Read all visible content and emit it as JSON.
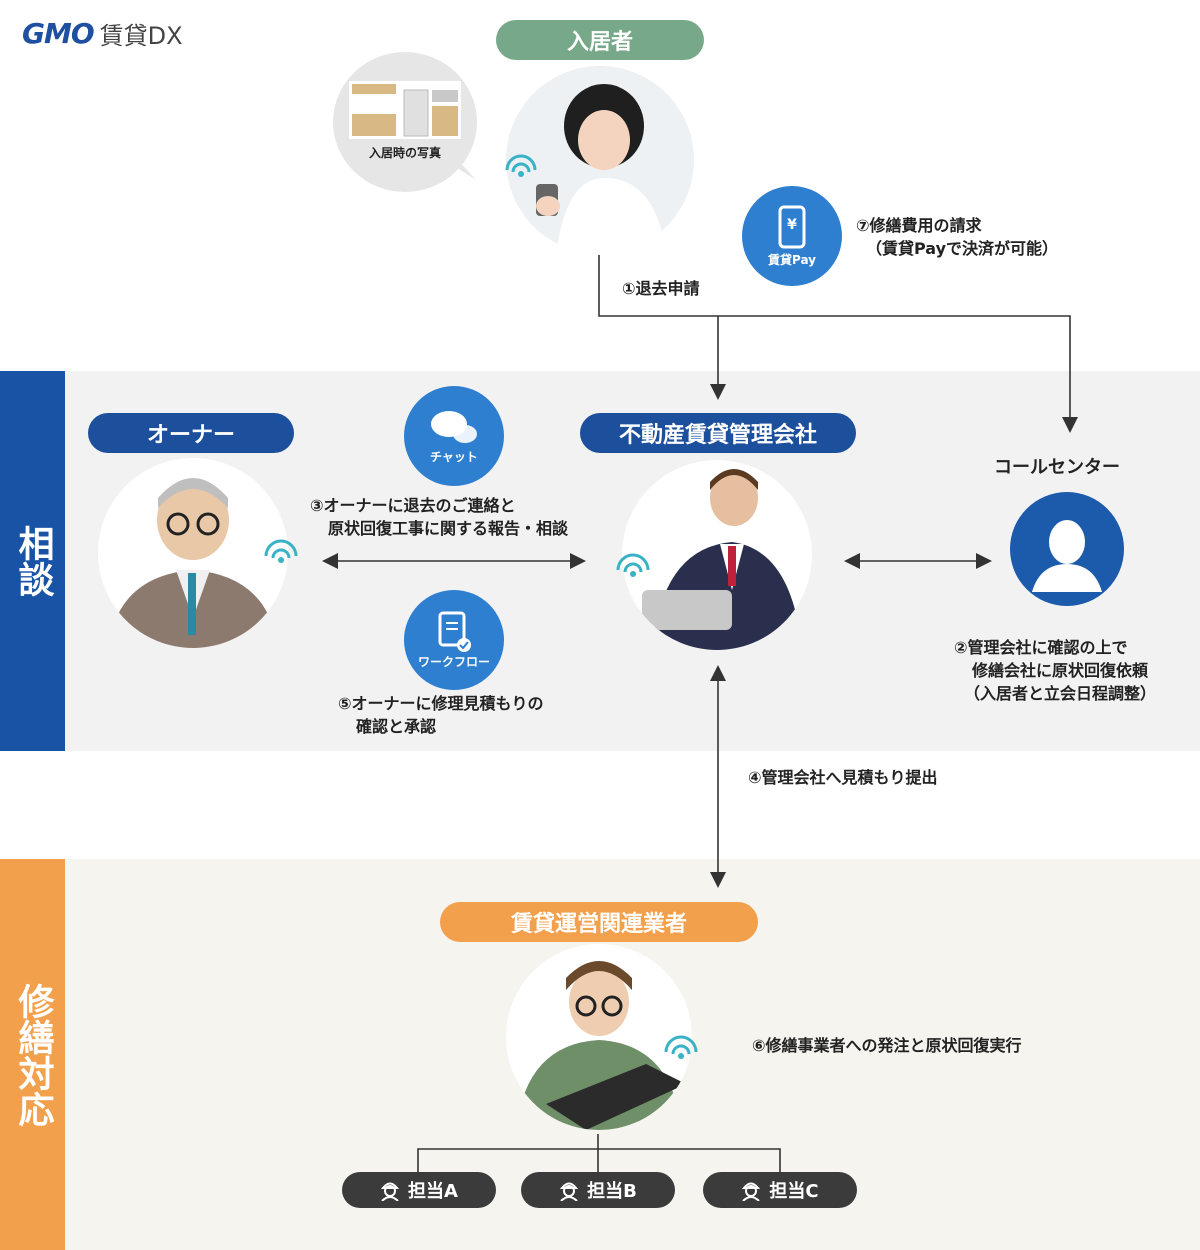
{
  "logo": {
    "brand": "GMO",
    "product": "賃貸DX"
  },
  "sections": {
    "consult": "相談",
    "repair": "修繕対応"
  },
  "actors": {
    "tenant": "入居者",
    "owner": "オーナー",
    "manager": "不動産賃貸管理会社",
    "callcenter": "コールセンター",
    "vendor": "賃貸運営関連業者"
  },
  "bubble": {
    "caption": "入居時の写真"
  },
  "apps": {
    "pay": "賃貸Pay",
    "chat": "チャット",
    "workflow": "ワークフロー"
  },
  "steps": {
    "s1": "①退去申請",
    "s2_line1": "②管理会社に確認の上で",
    "s2_line2": "修繕会社に原状回復依頼",
    "s2_line3": "（入居者と立会日程調整）",
    "s3_line1": "③オーナーに退去のご連絡と",
    "s3_line2": "原状回復工事に関する報告・相談",
    "s4": "④管理会社へ見積もり提出",
    "s5_line1": "⑤オーナーに修理見積もりの",
    "s5_line2": "確認と承認",
    "s6": "⑥修繕事業者への発注と原状回復実行",
    "s7_line1": "⑦修繕費用の請求",
    "s7_line2": "（賃貸Payで決済が可能）"
  },
  "staff": [
    "担当A",
    "担当B",
    "担当C"
  ],
  "colors": {
    "green": "#78a88a",
    "navy": "#1c4f9c",
    "orange": "#f3a04d",
    "appBlue": "#2f7fd0",
    "staffDark": "#3b3b3b"
  }
}
